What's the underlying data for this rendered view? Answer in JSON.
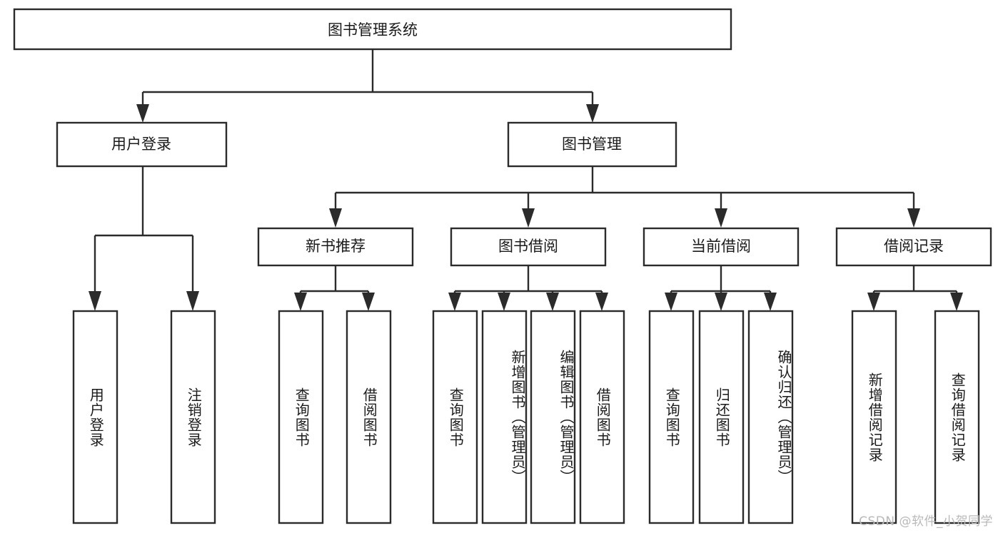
{
  "diagram": {
    "title": "图书管理系统",
    "watermark": "CSDN @软件_小贺同学",
    "type": "tree",
    "levels": 4,
    "colors": {
      "stroke": "#2b2b2b",
      "fill": "#ffffff",
      "text": "#1a1a1a",
      "watermark": "#b9b9b9",
      "background": "#ffffff"
    },
    "root": {
      "label": "图书管理系统"
    },
    "level2": [
      {
        "label": "用户登录"
      },
      {
        "label": "图书管理"
      }
    ],
    "level3": [
      {
        "label": "新书推荐"
      },
      {
        "label": "图书借阅"
      },
      {
        "label": "当前借阅"
      },
      {
        "label": "借阅记录"
      }
    ],
    "leaves": {
      "user_login": [
        {
          "label": "用户登录"
        },
        {
          "label": "注销登录"
        }
      ],
      "new_book_recommend": [
        {
          "label": "查询图书"
        },
        {
          "label": "借阅图书"
        }
      ],
      "book_borrow": [
        {
          "label": "查询图书"
        },
        {
          "label": "新增图书（管理员）"
        },
        {
          "label": "编辑图书（管理员）"
        },
        {
          "label": "借阅图书"
        }
      ],
      "current_borrow": [
        {
          "label": "查询图书"
        },
        {
          "label": "归还图书"
        },
        {
          "label": "确认归还（管理员）"
        }
      ],
      "borrow_record": [
        {
          "label": "新增借阅记录"
        },
        {
          "label": "查询借阅记录"
        }
      ]
    }
  }
}
